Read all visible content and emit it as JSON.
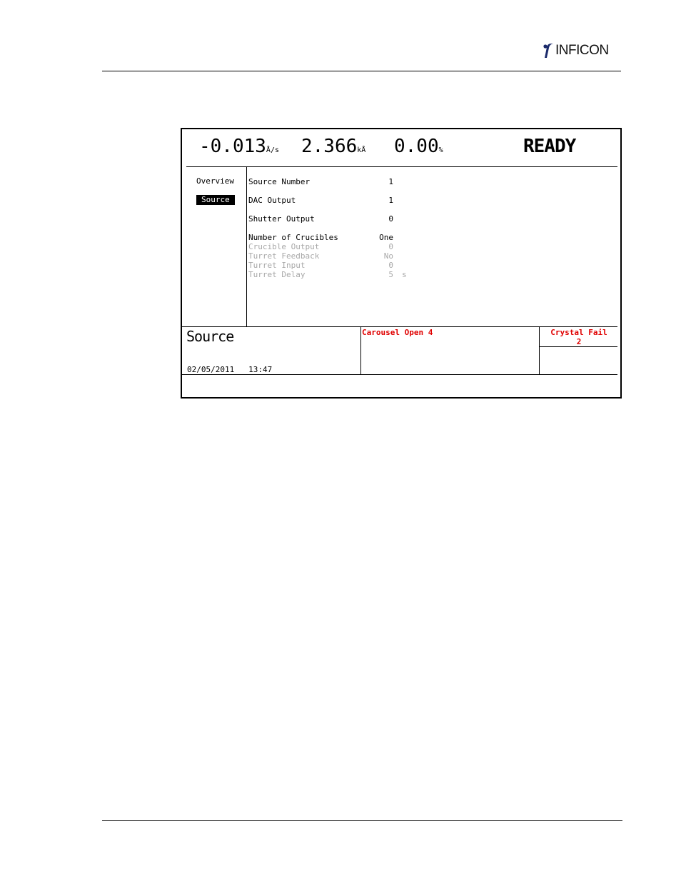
{
  "page_header": {
    "brand": "INFICON",
    "logo_icon": "inficon-logo-icon"
  },
  "screen": {
    "readouts": {
      "rate_value": "-0.013",
      "rate_unit": "Å/s",
      "thickness_value": "2.366",
      "thickness_unit": "kÅ",
      "power_value": "0.00",
      "power_unit": "%"
    },
    "status": "READY",
    "menu": {
      "items": [
        {
          "label": "Overview",
          "selected": false
        },
        {
          "label": "Source",
          "selected": true
        }
      ]
    },
    "parameters": [
      {
        "name": "Source Number",
        "value": "1",
        "unit": "",
        "enabled": true
      },
      {
        "name": "DAC Output",
        "value": "1",
        "unit": "",
        "enabled": true
      },
      {
        "name": "Shutter Output",
        "value": "0",
        "unit": "",
        "enabled": true
      },
      {
        "name": "Number of Crucibles",
        "value": "One",
        "unit": "",
        "enabled": true
      },
      {
        "name": "Crucible Output",
        "value": "0",
        "unit": "",
        "enabled": false
      },
      {
        "name": "Turret Feedback",
        "value": "No",
        "unit": "",
        "enabled": false
      },
      {
        "name": "Turret Input",
        "value": "0",
        "unit": "",
        "enabled": false
      },
      {
        "name": "Turret Delay",
        "value": "5",
        "unit": "s",
        "enabled": false
      }
    ],
    "footer": {
      "page_name": "Source",
      "date": "02/05/2011",
      "time": "13:47",
      "alarm": "Carousel Open 4",
      "crystal_fail_label": "Crystal Fail",
      "crystal_fail_number": "2"
    },
    "colors": {
      "alarm_text": "#e00000",
      "disabled_text": "#a8a8a8",
      "selected_bg": "#000000"
    }
  }
}
